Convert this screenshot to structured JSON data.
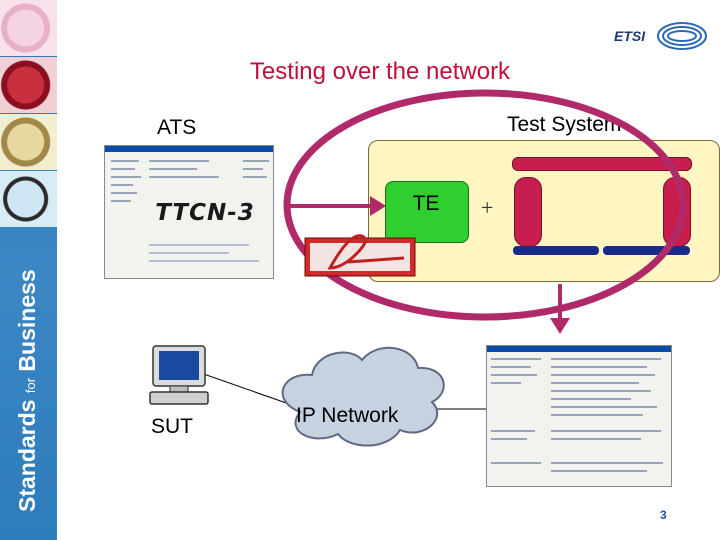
{
  "slide": {
    "title": "Testing over the network",
    "page_number": "3"
  },
  "brand": {
    "vertical_text_main": "Standards",
    "vertical_text_for": "for",
    "vertical_text_end": "Business",
    "logo_text": "ETSI",
    "accent_color": "#c0103a",
    "sidebar_color": "#2f7cbc"
  },
  "diagram": {
    "ats_label": "ATS",
    "test_system_label": "Test System",
    "te_label": "TE",
    "plus_label": "+",
    "sut_label": "SUT",
    "network_label": "IP Network",
    "ttcn_logo": "TTCN-3"
  }
}
